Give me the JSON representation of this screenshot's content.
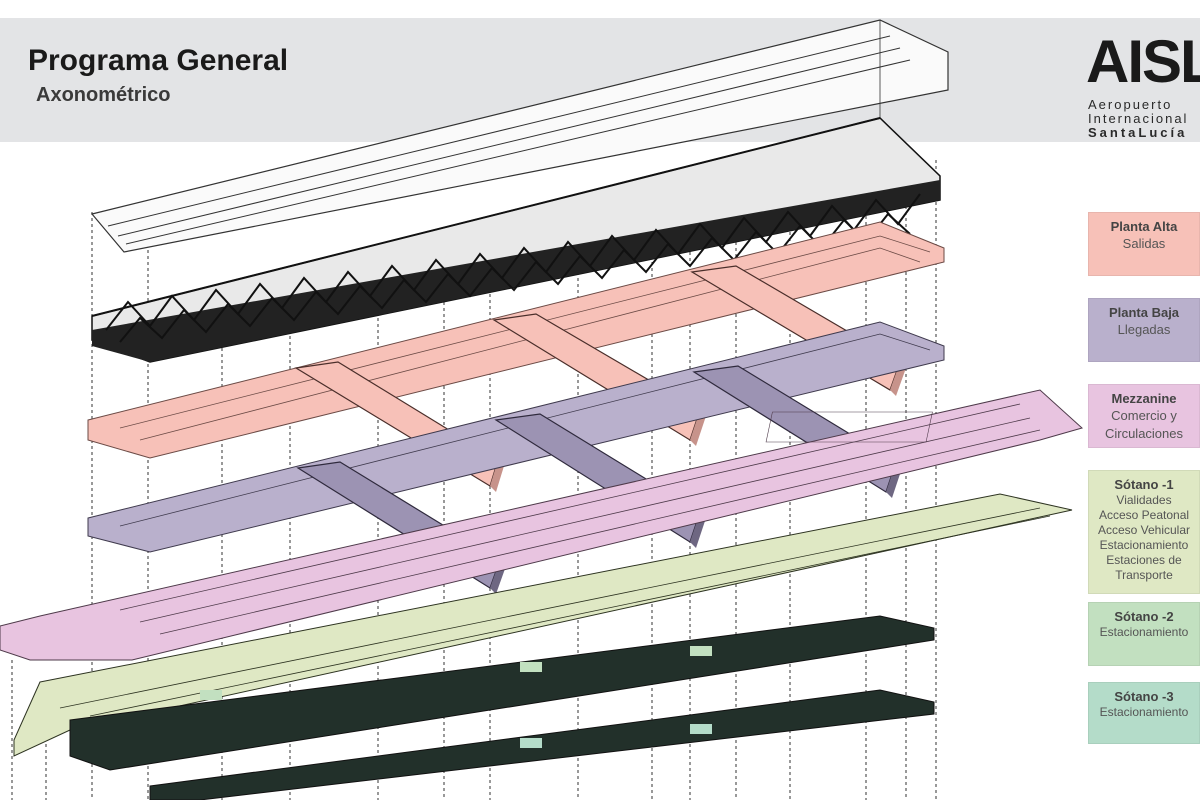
{
  "header": {
    "title": "Programa General",
    "subtitle": "Axonométrico"
  },
  "logo": {
    "mark": "AISL",
    "line1": "Aeropuerto",
    "line2": "Internacional",
    "line3": "SantaLucía"
  },
  "legend": [
    {
      "title": "Planta Alta",
      "lines": [
        "Salidas"
      ],
      "color": "#f7c1b8"
    },
    {
      "title": "Planta Baja",
      "lines": [
        "Llegadas"
      ],
      "color": "#b9b0cc"
    },
    {
      "title": "Mezzanine",
      "lines": [
        "Comercio y",
        "Circulaciones"
      ],
      "color": "#e8c4e0"
    },
    {
      "title": "Sótano -1",
      "lines": [
        "Vialidades",
        "Acceso Peatonal",
        "Acceso Vehicular",
        "Estacionamiento",
        "Estaciones de",
        "Transporte"
      ],
      "color": "#dfe8c4"
    },
    {
      "title": "Sótano -2",
      "lines": [
        "Estacionamiento"
      ],
      "color": "#c2e0c0"
    },
    {
      "title": "Sótano -3",
      "lines": [
        "Estacionamiento"
      ],
      "color": "#b4dcc9"
    }
  ],
  "colors": {
    "planta_alta": "#f7c1b8",
    "planta_baja": "#b9b0cc",
    "mezzanine": "#e8c4e0",
    "sotano_1": "#dfe8c4",
    "sotano_2": "#c2e0c0",
    "sotano_3": "#b4dcc9",
    "roof": "#ffffff",
    "structure": "#222222"
  }
}
